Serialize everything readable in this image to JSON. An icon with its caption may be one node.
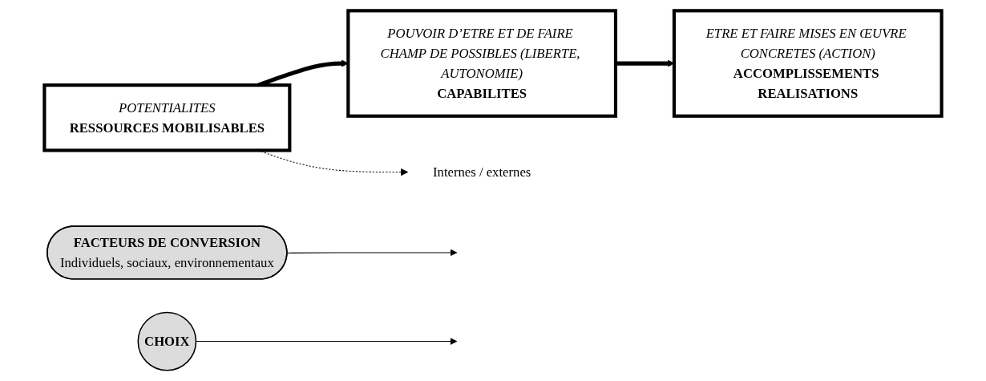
{
  "diagram": {
    "nodes": [
      {
        "text": [
          "POTENTIALITES",
          "RESSOURCES MOBILISABLES"
        ]
      },
      {
        "text": [
          "POUVOIR D’ETRE ET DE FAIRE CHAMP DE POSSIBLES (LIBERTE, AUTONOMIE)",
          "CAPABILITES"
        ]
      },
      {
        "text": [
          "ETRE ET FAIRE MISES EN ŒUVRE CONCRETES (ACTION)",
          "ACCOMPLISSEMENTS REALISATIONS"
        ]
      },
      {
        "text": [
          "Internes / externes"
        ]
      },
      {
        "text": [
          "FACTEURS DE CONVERSION",
          "Individuels, sociaux, environnementaux"
        ]
      },
      {
        "text": [
          "CHOIX"
        ]
      }
    ],
    "edges": [
      {
        "from": 0,
        "to": 1,
        "arrow": "to",
        "style": "thick"
      },
      {
        "from": 1,
        "to": 2,
        "arrow": "to",
        "style": "thick"
      },
      {
        "from": 0,
        "to": 3,
        "arrow": "to",
        "style": "dashed"
      },
      {
        "from": 4,
        "to": null,
        "arrow": "to"
      },
      {
        "from": 5,
        "to": null,
        "arrow": "to"
      }
    ]
  }
}
